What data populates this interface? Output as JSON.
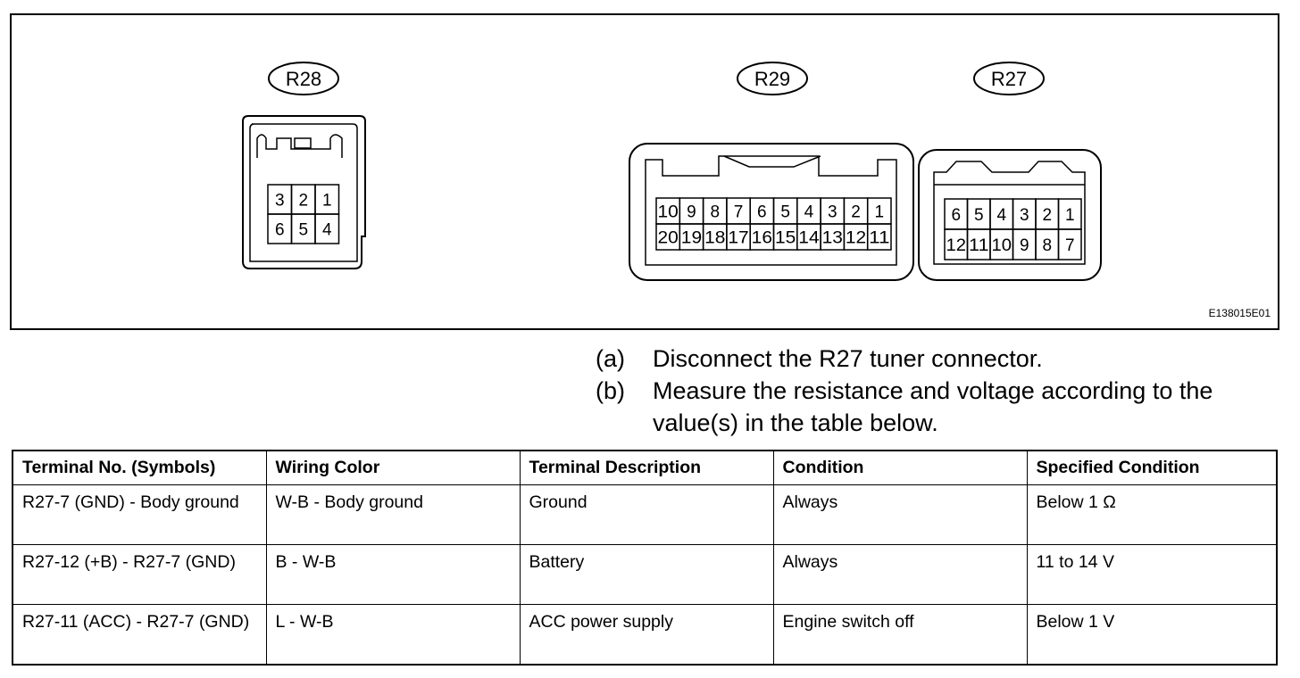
{
  "figure": {
    "figure_id": "E138015E01",
    "connectors": [
      {
        "label": "R28",
        "pins_top": [
          "3",
          "2",
          "1"
        ],
        "pins_bottom": [
          "6",
          "5",
          "4"
        ]
      },
      {
        "label": "R29",
        "pins_top": [
          "10",
          "9",
          "8",
          "7",
          "6",
          "5",
          "4",
          "3",
          "2",
          "1"
        ],
        "pins_bottom": [
          "20",
          "19",
          "18",
          "17",
          "16",
          "15",
          "14",
          "13",
          "12",
          "11"
        ]
      },
      {
        "label": "R27",
        "pins_top": [
          "6",
          "5",
          "4",
          "3",
          "2",
          "1"
        ],
        "pins_bottom": [
          "12",
          "11",
          "10",
          "9",
          "8",
          "7"
        ]
      }
    ]
  },
  "steps": [
    {
      "marker": "(a)",
      "text": "Disconnect the R27 tuner connector."
    },
    {
      "marker": "(b)",
      "text": "Measure the resistance and voltage according to the value(s) in the table below."
    }
  ],
  "table": {
    "headers": [
      "Terminal No. (Symbols)",
      "Wiring Color",
      "Terminal Description",
      "Condition",
      "Specified Condition"
    ],
    "rows": [
      [
        "R27-7 (GND) - Body ground",
        "W-B - Body ground",
        "Ground",
        "Always",
        "Below 1 Ω"
      ],
      [
        "R27-12 (+B) - R27-7 (GND)",
        "B - W-B",
        "Battery",
        "Always",
        "11 to 14 V"
      ],
      [
        "R27-11 (ACC) - R27-7 (GND)",
        "L - W-B",
        "ACC power supply",
        "Engine switch off",
        "Below 1 V"
      ]
    ]
  }
}
